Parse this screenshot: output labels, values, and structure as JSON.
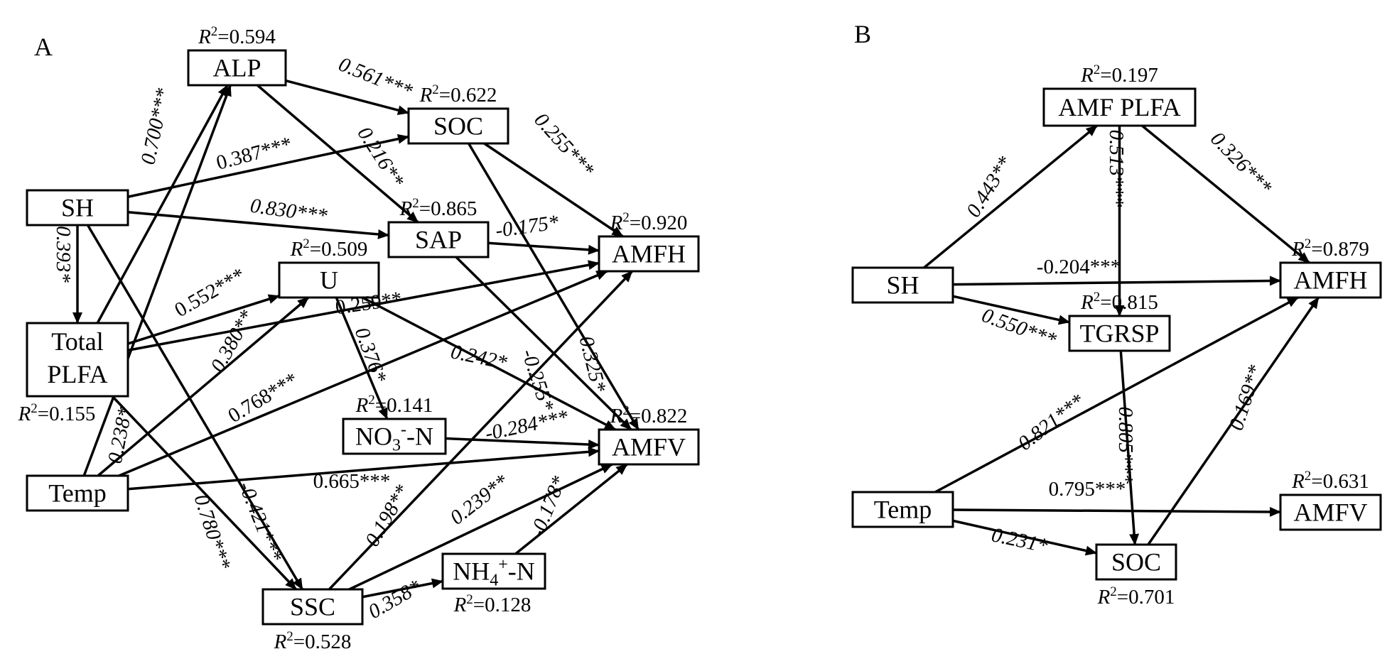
{
  "panels": [
    {
      "id": "A",
      "label": "A",
      "nodes": [
        {
          "id": "ALP",
          "lines": [
            "ALP"
          ],
          "r2": "0.594",
          "r2pos": "above"
        },
        {
          "id": "SOC",
          "lines": [
            "SOC"
          ],
          "r2": "0.622",
          "r2pos": "above"
        },
        {
          "id": "SH",
          "lines": [
            "SH"
          ],
          "r2": null
        },
        {
          "id": "SAP",
          "lines": [
            "SAP"
          ],
          "r2": "0.865",
          "r2pos": "above"
        },
        {
          "id": "AMFH",
          "lines": [
            "AMFH"
          ],
          "r2": "0.920",
          "r2pos": "above"
        },
        {
          "id": "U",
          "lines": [
            "U"
          ],
          "r2": "0.509",
          "r2pos": "above"
        },
        {
          "id": "TotalPLFA",
          "lines": [
            "Total",
            "PLFA"
          ],
          "r2": "0.155",
          "r2pos": "below"
        },
        {
          "id": "NO3",
          "lines": [
            "NO3-N"
          ],
          "sub": "3",
          "sup": "-",
          "r2": "0.141",
          "r2pos": "above"
        },
        {
          "id": "AMFV",
          "lines": [
            "AMFV"
          ],
          "r2": "0.822",
          "r2pos": "above"
        },
        {
          "id": "Temp",
          "lines": [
            "Temp"
          ],
          "r2": null
        },
        {
          "id": "NH4",
          "lines": [
            "NH4+-N"
          ],
          "sub": "4",
          "sup": "+",
          "r2": "0.128",
          "r2pos": "below"
        },
        {
          "id": "SSC",
          "lines": [
            "SSC"
          ],
          "r2": "0.528",
          "r2pos": "below"
        }
      ],
      "edges": [
        {
          "from": "SH",
          "to": "TotalPLFA",
          "coef": "0.393*",
          "italic": true
        },
        {
          "from": "TotalPLFA",
          "to": "ALP",
          "coef": "0.700***",
          "italic": true
        },
        {
          "from": "Temp",
          "to": "ALP",
          "coef": "0.238*",
          "italic": true
        },
        {
          "from": "ALP",
          "to": "SOC",
          "coef": "0.561***",
          "italic": true
        },
        {
          "from": "ALP",
          "to": "SAP",
          "coef": "0.216**",
          "italic": true
        },
        {
          "from": "SH",
          "to": "SOC",
          "coef": "0.387***",
          "italic": false
        },
        {
          "from": "SH",
          "to": "SAP",
          "coef": "0.830***",
          "italic": true
        },
        {
          "from": "SH",
          "to": "SSC",
          "coef": "-0.421***",
          "italic": true
        },
        {
          "from": "TotalPLFA",
          "to": "U",
          "coef": "0.552***",
          "italic": false
        },
        {
          "from": "TotalPLFA",
          "to": "AMFH",
          "coef": "0.259**",
          "italic": false
        },
        {
          "from": "TotalPLFA",
          "to": "SSC",
          "coef": "0.780***",
          "italic": true
        },
        {
          "from": "Temp",
          "to": "U",
          "coef": "0.380**",
          "italic": true
        },
        {
          "from": "Temp",
          "to": "AMFH",
          "coef": "0.768***",
          "italic": false
        },
        {
          "from": "Temp",
          "to": "AMFV",
          "coef": "0.665***",
          "italic": false
        },
        {
          "from": "SOC",
          "to": "AMFH",
          "coef": "0.255***",
          "italic": true
        },
        {
          "from": "SOC",
          "to": "AMFV",
          "coef": "0.325*",
          "italic": true
        },
        {
          "from": "SAP",
          "to": "AMFH",
          "coef": "-0.175*",
          "italic": true
        },
        {
          "from": "SAP",
          "to": "AMFV",
          "coef": "-0.255*",
          "italic": true
        },
        {
          "from": "U",
          "to": "NO3",
          "coef": "0.376*",
          "italic": true
        },
        {
          "from": "U",
          "to": "AMFV",
          "coef": "0.242*",
          "italic": true
        },
        {
          "from": "NO3",
          "to": "AMFV",
          "coef": "-0.284***",
          "italic": true
        },
        {
          "from": "SSC",
          "to": "AMFH",
          "coef": "0.198**",
          "italic": true
        },
        {
          "from": "SSC",
          "to": "AMFV",
          "coef": "0.239**",
          "italic": true
        },
        {
          "from": "SSC",
          "to": "NH4",
          "coef": "0.358*",
          "italic": true
        },
        {
          "from": "NH4",
          "to": "AMFV",
          "coef": "-0.178*",
          "italic": true
        }
      ]
    },
    {
      "id": "B",
      "label": "B",
      "nodes": [
        {
          "id": "AMFPLFA",
          "lines": [
            "AMF PLFA"
          ],
          "r2": "0.197",
          "r2pos": "above"
        },
        {
          "id": "SH",
          "lines": [
            "SH"
          ],
          "r2": null
        },
        {
          "id": "AMFH",
          "lines": [
            "AMFH"
          ],
          "r2": "0.879",
          "r2pos": "above"
        },
        {
          "id": "TGRSP",
          "lines": [
            "TGRSP"
          ],
          "r2": "0.815",
          "r2pos": "above"
        },
        {
          "id": "Temp",
          "lines": [
            "Temp"
          ],
          "r2": null
        },
        {
          "id": "AMFV",
          "lines": [
            "AMFV"
          ],
          "r2": "0.631",
          "r2pos": "above"
        },
        {
          "id": "SOC",
          "lines": [
            "SOC"
          ],
          "r2": "0.701",
          "r2pos": "below"
        }
      ],
      "edges": [
        {
          "from": "SH",
          "to": "AMFPLFA",
          "coef": "0.443**",
          "italic": true
        },
        {
          "from": "AMFPLFA",
          "to": "TGRSP",
          "coef": "0.513***",
          "italic": true
        },
        {
          "from": "AMFPLFA",
          "to": "AMFH",
          "coef": "0.326***",
          "italic": true
        },
        {
          "from": "SH",
          "to": "AMFH",
          "coef": "-0.204***",
          "italic": false
        },
        {
          "from": "SH",
          "to": "TGRSP",
          "coef": "0.550***",
          "italic": true
        },
        {
          "from": "TGRSP",
          "to": "SOC",
          "coef": "0.805***",
          "italic": true
        },
        {
          "from": "Temp",
          "to": "AMFH",
          "coef": "0.821***",
          "italic": true
        },
        {
          "from": "Temp",
          "to": "AMFV",
          "coef": "0.795***",
          "italic": false
        },
        {
          "from": "Temp",
          "to": "SOC",
          "coef": "0.231*",
          "italic": true
        },
        {
          "from": "SOC",
          "to": "AMFH",
          "coef": "0.169**",
          "italic": true
        }
      ]
    }
  ],
  "r2_prefix": "R",
  "r2_sup": "2"
}
